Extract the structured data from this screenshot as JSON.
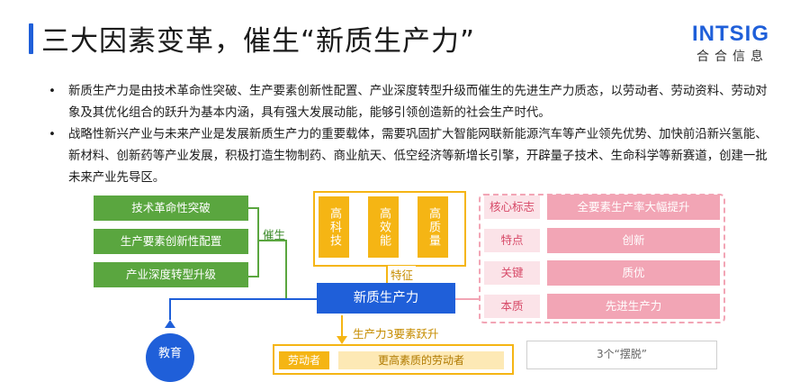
{
  "header": {
    "title": "三大因素变革，催生“新质生产力”",
    "logo_main": "INTSIG",
    "logo_sub": "合合信息"
  },
  "bullets": [
    "新质生产力是由技术革命性突破、生产要素创新性配置、产业深度转型升级而催生的先进生产力质态，以劳动者、劳动资料、劳动对象及其优化组合的跃升为基本内涵，具有强大发展动能，能够引领创造新的社会生产时代。",
    "战略性新兴产业与未来产业是发展新质生产力的重要载体，需要巩固扩大智能网联新能源汽车等产业领先优势、加快前沿新兴氢能、新材料、创新药等产业发展，积极打造生物制药、商业航天、低空经济等新增长引擎，开辟量子技术、生命科学等新赛道，创建一批未来产业先导区。"
  ],
  "diagram": {
    "drivers": [
      "技术革命性突破",
      "生产要素创新性配置",
      "产业深度转型升级"
    ],
    "driver_label": "催生",
    "traits": [
      "高科技",
      "高效能",
      "高质量"
    ],
    "trait_label": "特征",
    "center": "新质生产力",
    "leap_label": "生产力3要素跃升",
    "features": [
      {
        "label": "核心标志",
        "value": "全要素生产率大幅提升"
      },
      {
        "label": "特点",
        "value": "创新"
      },
      {
        "label": "关键",
        "value": "质优"
      },
      {
        "label": "本质",
        "value": "先进生产力"
      }
    ],
    "circle_label": "教育",
    "bottom_left": "劳动者",
    "bottom_mid": "更高素质的劳动者",
    "bottom_right": "3个“摆脱”"
  },
  "colors": {
    "primary": "#1f5fd9",
    "green": "#5aa63f",
    "yellow": "#f5b514",
    "pink": "#f2a5b5"
  }
}
